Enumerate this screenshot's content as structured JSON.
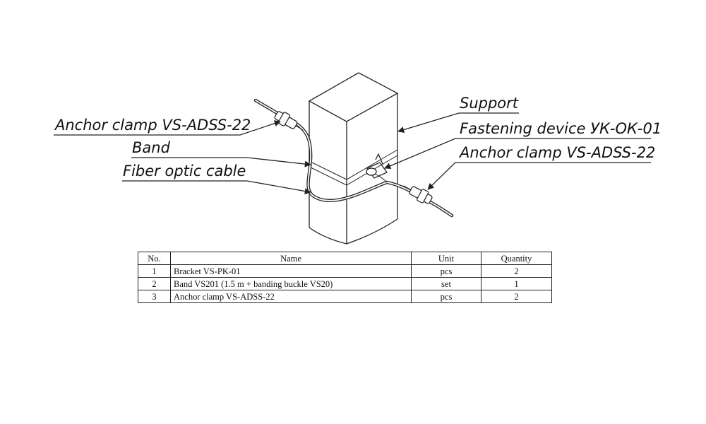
{
  "labels": {
    "anchor_clamp_left": "Anchor clamp VS-ADSS-22",
    "band": "Band",
    "fiber_optic_cable": "Fiber optic cable",
    "support": "Support",
    "fastening_device": "Fastening device УК-ОК-01",
    "anchor_clamp_right": "Anchor clamp VS-ADSS-22"
  },
  "table": {
    "headers": {
      "no": "No.",
      "name": "Name",
      "unit": "Unit",
      "quantity": "Quantity"
    },
    "rows": [
      {
        "no": "1",
        "name": "Bracket VS-PK-01",
        "unit": "pcs",
        "quantity": "2"
      },
      {
        "no": "2",
        "name": "Band VS201 (1.5 m + banding buckle VS20)",
        "unit": "set",
        "quantity": "1"
      },
      {
        "no": "3",
        "name": "Anchor clamp VS-ADSS-22",
        "unit": "pcs",
        "quantity": "2"
      }
    ]
  },
  "colors": {
    "ink": "#222222",
    "background": "#ffffff"
  }
}
